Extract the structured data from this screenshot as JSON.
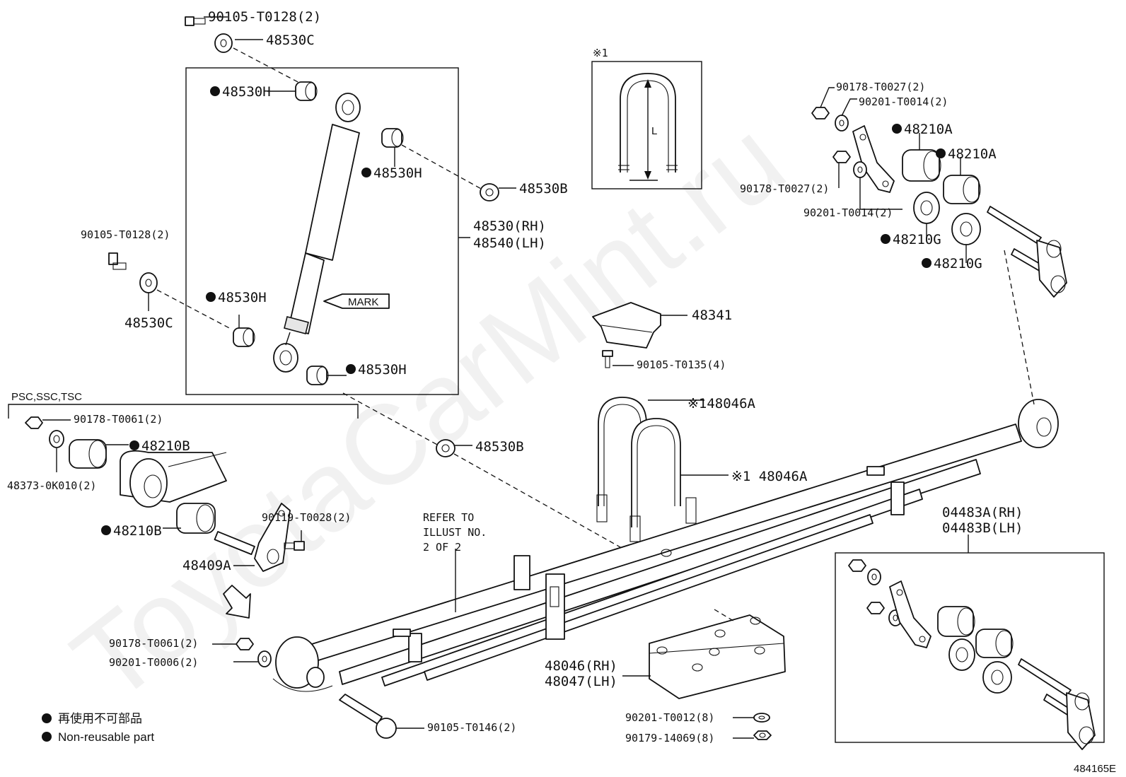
{
  "watermark": "ToyotaCarMint.ru",
  "diagram_id": "484165E",
  "legend": {
    "line_jp": "再使用不可部品",
    "line_en": "Non-reusable part"
  },
  "group_labels": {
    "psc": "PSC,SSC,TSC",
    "u_bolt_detail": "※1",
    "u_bolt_dim": "L",
    "mark": "MARK"
  },
  "refer": [
    "REFER TO",
    "ILLUST NO.",
    "2 OF 2"
  ],
  "parts": {
    "p90105_T0128_top": "90105-T0128(2)",
    "p48530C_top": "48530C",
    "p48530H_1": "48530H",
    "p48530H_2": "48530H",
    "p48530H_3": "48530H",
    "p48530H_4": "48530H",
    "p48530B_1": "48530B",
    "p48530_rh": "48530(RH)",
    "p48540_lh": "48540(LH)",
    "p90105_T0128_left": "90105-T0128(2)",
    "p48530C_left": "48530C",
    "p48530B_2": "48530B",
    "p90178_T0061_top": "90178-T0061(2)",
    "p48210B_1": "48210B",
    "p48373": "48373-0K010(2)",
    "p48210B_2": "48210B",
    "p90119": "90119-T0028(2)",
    "p48409A": "48409A",
    "p90178_T0061_bot": "90178-T0061(2)",
    "p90201_T0006": "90201-T0006(2)",
    "p90105_T0146": "90105-T0146(2)",
    "p48341": "48341",
    "p90105_T0135": "90105-T0135(4)",
    "p48046A_1": "※148046A",
    "p48046A_2": "※1 48046A",
    "p48046_rh": "48046(RH)",
    "p48047_lh": "48047(LH)",
    "p90201_T0012": "90201-T0012(8)",
    "p90179_14069": "90179-14069(8)",
    "p90178_T0027_a": "90178-T0027(2)",
    "p90201_T0014_a": "90201-T0014(2)",
    "p48210A_1": "48210A",
    "p48210A_2": "48210A",
    "p90178_T0027_b": "90178-T0027(2)",
    "p90201_T0014_b": "90201-T0014(2)",
    "p48210G_1": "48210G",
    "p48210G_2": "48210G",
    "p04483A_rh": "04483A(RH)",
    "p04483B_lh": "04483B(LH)"
  }
}
